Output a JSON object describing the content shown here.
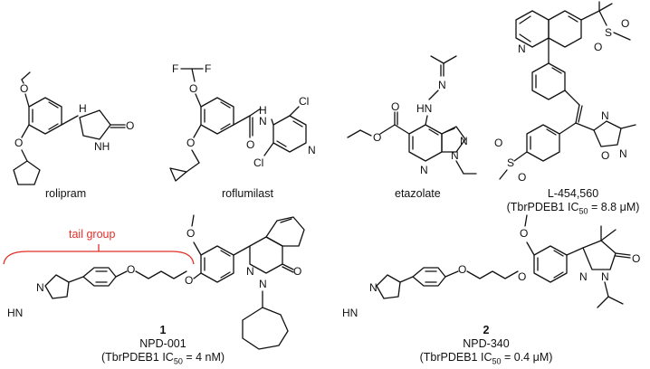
{
  "compounds": [
    {
      "name": "rolipram"
    },
    {
      "name": "roflumilast"
    },
    {
      "name": "etazolate"
    },
    {
      "name": "L-454,560",
      "activity": {
        "prefix": "(TbrPDEB1 IC",
        "sub": "50",
        "suffix": " = 8.8 μM)"
      }
    },
    {
      "number": "1",
      "name": "NPD-001",
      "activity": {
        "prefix": "(TbrPDEB1 IC",
        "sub": "50",
        "suffix": " = 4 nM)"
      }
    },
    {
      "number": "2",
      "name": "NPD-340",
      "activity": {
        "prefix": "(TbrPDEB1 IC",
        "sub": "50",
        "suffix": " = 0.4 μM)"
      }
    }
  ],
  "annotation": {
    "tail_label": "tail group",
    "color": "#e0302a"
  },
  "atoms": {
    "O": "O",
    "N": "N",
    "H": "H",
    "NH": "NH",
    "HN": "HN",
    "F": "F",
    "Cl": "Cl",
    "S": "S",
    "HN_N": "HN-N",
    "N_N": "N"
  }
}
